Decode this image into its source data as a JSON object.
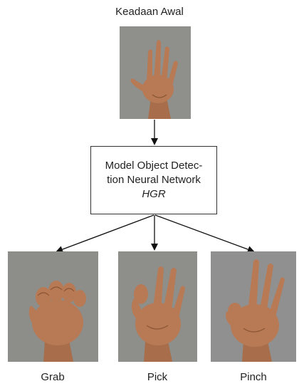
{
  "initial": {
    "label": "Keadaan Awal"
  },
  "model": {
    "line1": "Model Object Detec-",
    "line2": "tion Neural Network",
    "line3": "HGR"
  },
  "gestures": [
    {
      "label": "Grab"
    },
    {
      "label": "Pick"
    },
    {
      "label": "Pinch"
    }
  ],
  "colors": {
    "photo_background": "#8f8f8c",
    "skin": "#b77a55",
    "skin_shadow": "#8a5535",
    "arrow": "#111111"
  }
}
